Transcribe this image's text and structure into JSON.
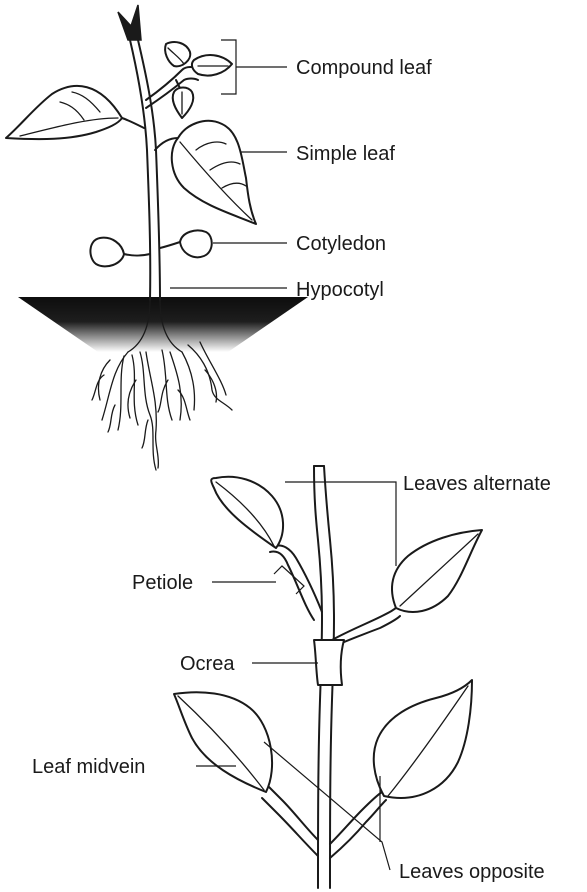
{
  "top_diagram": {
    "labels": {
      "compound_leaf": "Compound leaf",
      "simple_leaf": "Simple leaf",
      "cotyledon": "Cotyledon",
      "hypocotyl": "Hypocotyl"
    }
  },
  "bottom_diagram": {
    "labels": {
      "leaves_alternate": "Leaves alternate",
      "petiole": "Petiole",
      "ocrea": "Ocrea",
      "leaf_midvein": "Leaf midvein",
      "leaves_opposite": "Leaves opposite"
    }
  }
}
